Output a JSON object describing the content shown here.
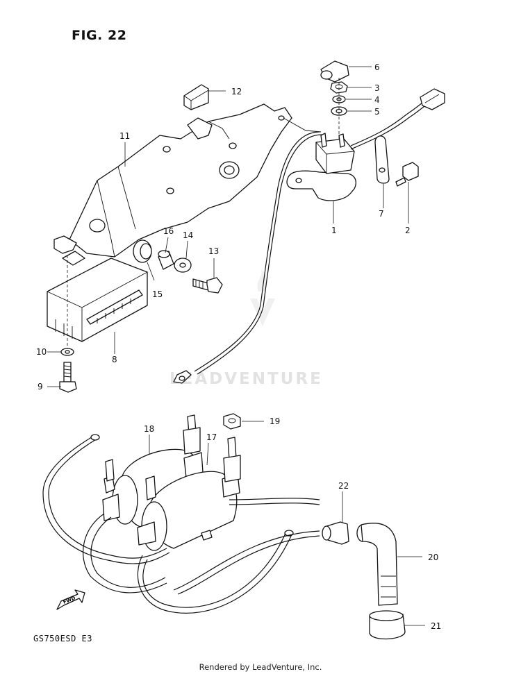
{
  "figure_title": "FIG. 22",
  "model_code": "GS750ESD E3",
  "footer_text": "Rendered by LeadVenture, Inc.",
  "watermark_text": "LEADVENTURE",
  "fwd_label": "FWD",
  "callouts": [
    {
      "id": "c1",
      "label": "1"
    },
    {
      "id": "c2",
      "label": "2"
    },
    {
      "id": "c3",
      "label": "3"
    },
    {
      "id": "c4",
      "label": "4"
    },
    {
      "id": "c5",
      "label": "5"
    },
    {
      "id": "c6",
      "label": "6"
    },
    {
      "id": "c7",
      "label": "7"
    },
    {
      "id": "c8",
      "label": "8"
    },
    {
      "id": "c9",
      "label": "9"
    },
    {
      "id": "c10",
      "label": "10"
    },
    {
      "id": "c11",
      "label": "11"
    },
    {
      "id": "c12",
      "label": "12"
    },
    {
      "id": "c13",
      "label": "13"
    },
    {
      "id": "c14",
      "label": "14"
    },
    {
      "id": "c15",
      "label": "15"
    },
    {
      "id": "c16",
      "label": "16"
    },
    {
      "id": "c17",
      "label": "17"
    },
    {
      "id": "c18",
      "label": "18"
    },
    {
      "id": "c19",
      "label": "19"
    },
    {
      "id": "c20",
      "label": "20"
    },
    {
      "id": "c21",
      "label": "21"
    },
    {
      "id": "c22",
      "label": "22"
    }
  ]
}
